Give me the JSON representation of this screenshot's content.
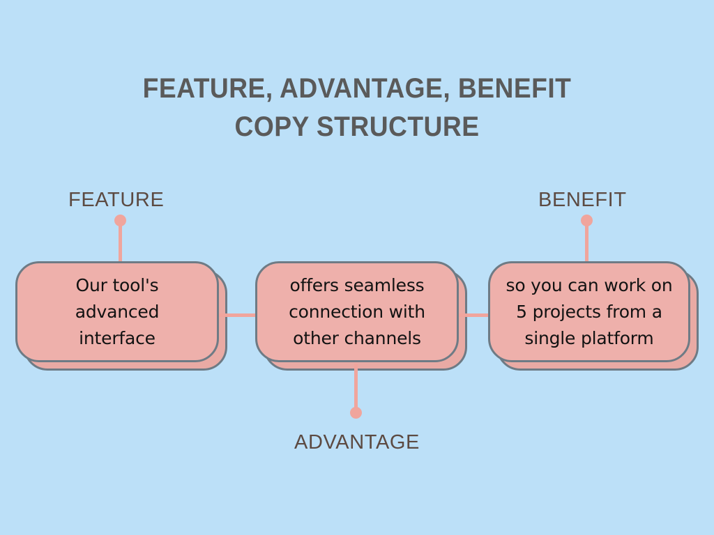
{
  "page": {
    "background_color": "#bce0f8",
    "title": "FEATURE, ADVANTAGE, BENEFIT\nCOPY STRUCTURE",
    "title_color": "#5a5a5a"
  },
  "palette": {
    "box_fill": "#eeb0ab",
    "box_shadow_fill": "#e9aaa4",
    "box_border": "#6e7b85",
    "connector": "#f0a59d",
    "label_text": "#5c4a42",
    "box_text": "#121212"
  },
  "diagram": {
    "steps": [
      {
        "id": "feature",
        "label": "FEATURE",
        "label_position": "top",
        "text": "Our tool's\nadvanced\ninterface"
      },
      {
        "id": "advantage",
        "label": "ADVANTAGE",
        "label_position": "bottom",
        "text": "offers seamless\nconnection with\nother channels"
      },
      {
        "id": "benefit",
        "label": "BENEFIT",
        "label_position": "top",
        "text": "so you can work on\n5 projects from a\nsingle platform"
      }
    ]
  }
}
